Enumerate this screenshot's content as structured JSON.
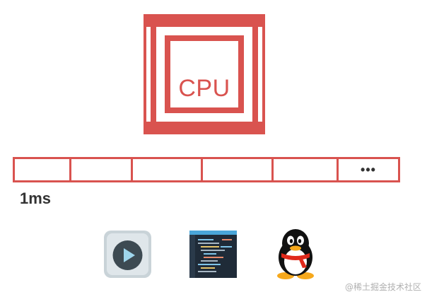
{
  "cpu": {
    "label": "CPU",
    "color": "#d9534f",
    "icon": "cpu-chip-icon"
  },
  "timeline": {
    "slices": [
      "",
      "",
      "",
      "",
      "",
      "•••"
    ],
    "unit_label": "1ms",
    "color": "#d9534f"
  },
  "apps": [
    {
      "name": "video-player",
      "icon": "play-icon"
    },
    {
      "name": "code-editor",
      "icon": "code-editor-icon"
    },
    {
      "name": "qq",
      "icon": "qq-penguin-icon"
    }
  ],
  "watermark": "@稀土掘金技术社区"
}
